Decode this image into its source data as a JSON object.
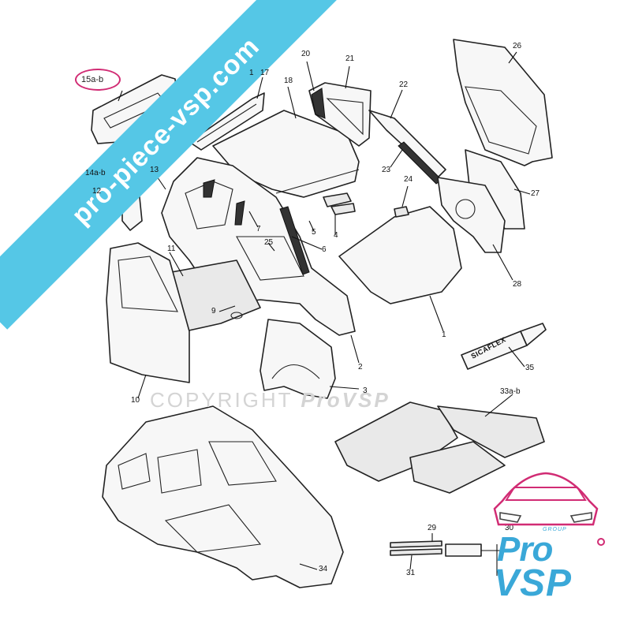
{
  "banner": {
    "text": "pro-piece-vsp.com",
    "color": "#55c7e6"
  },
  "highlight": {
    "label": "15a-b",
    "color": "#d12c74"
  },
  "watermark": {
    "prefix": "COPYRIGHT",
    "brand": "ProVSP"
  },
  "product_label": "SICAFLEX",
  "logo": {
    "group": "GROUP",
    "pro": "Pro",
    "vsp": "VSP",
    "brand_color": "#3aa8d8",
    "accent_color": "#d12c74"
  },
  "callouts": {
    "c1": "1",
    "c1b": "1",
    "c2": "2",
    "c3": "3",
    "c4": "4",
    "c5": "5",
    "c6": "6",
    "c7": "7",
    "c9": "9",
    "c10": "10",
    "c11": "11",
    "c12": "12",
    "c13": "13",
    "c14": "14a-b",
    "c17": "17",
    "c18": "18",
    "c20": "20",
    "c21": "21",
    "c22": "22",
    "c23": "23",
    "c24": "24",
    "c25": "25",
    "c26": "26",
    "c27": "27",
    "c28": "28",
    "c29": "29",
    "c30": "30",
    "c31": "31",
    "c33": "33a-b",
    "c34": "34",
    "c35": "35"
  }
}
